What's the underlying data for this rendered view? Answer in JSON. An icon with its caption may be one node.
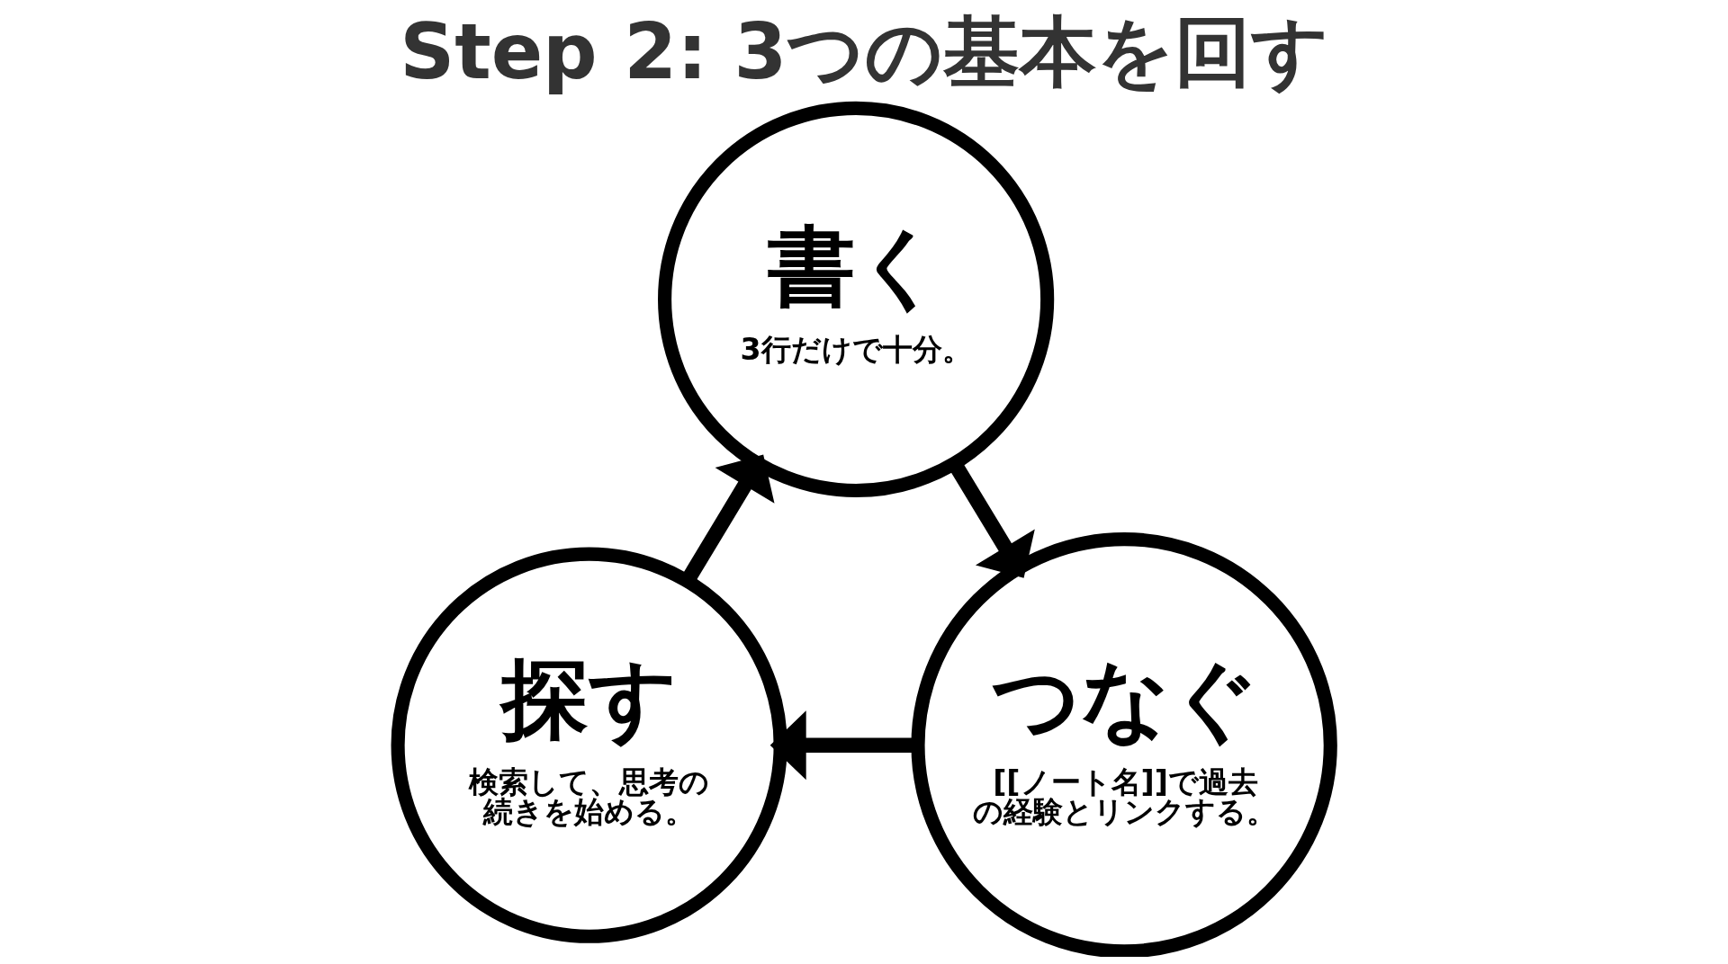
{
  "diagram": {
    "title": "Step 2: 3つの基本を回す",
    "nodes": [
      {
        "text": [
          "書く",
          "3行だけで十分。"
        ]
      },
      {
        "text": [
          "つなぐ",
          "[[ノート名]]で過去の経験とリンクする。"
        ]
      },
      {
        "text": [
          "探す",
          "検索して、思考の続きを始める。"
        ]
      }
    ],
    "edges": [
      {
        "from": 0,
        "to": 1,
        "arrow": "to"
      },
      {
        "from": 1,
        "to": 2,
        "arrow": "to"
      },
      {
        "from": 2,
        "to": 0,
        "arrow": "to"
      }
    ]
  }
}
